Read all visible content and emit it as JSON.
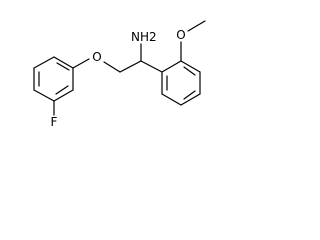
{
  "molecule": {
    "atoms": {
      "amine": "NH2",
      "ether_oxygen": "O",
      "fluorine": "F",
      "methoxy_oxygen": "O"
    },
    "colors": {
      "bond": "#000000",
      "label": "#000000",
      "background": "#ffffff"
    }
  }
}
